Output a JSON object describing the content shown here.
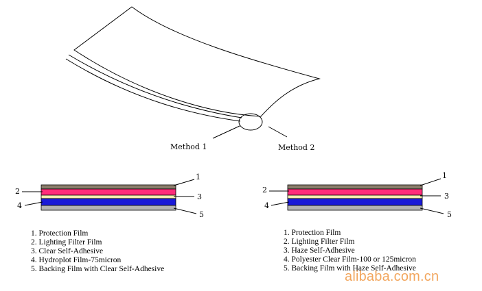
{
  "methods": {
    "method1": "Method 1",
    "method2": "Method 2"
  },
  "layer_numbers": [
    "1",
    "2",
    "3",
    "4",
    "5"
  ],
  "layer_colors": {
    "protection": "#8b7d6b",
    "filter": "#ff2d7a",
    "adhesive": "#f8f0b0",
    "core": "#1a1ad8",
    "backing": "#b4b4b4"
  },
  "left_stack": {
    "legend": [
      "1. Protection Film",
      "2. Lighting Filter Film",
      "3. Clear Self-Adhesive",
      "4. Hydroplot Film-75micron",
      "5. Backing Film with Clear Self-Adhesive"
    ]
  },
  "right_stack": {
    "legend": [
      "1. Protection Film",
      "2. Lighting Filter Film",
      "3. Haze Self-Adhesive",
      "4. Polyester Clear Film-100 or 125micron",
      "5. Backing Film with Haze Self-Adhesive"
    ]
  },
  "watermark": "alibaba.com.cn"
}
